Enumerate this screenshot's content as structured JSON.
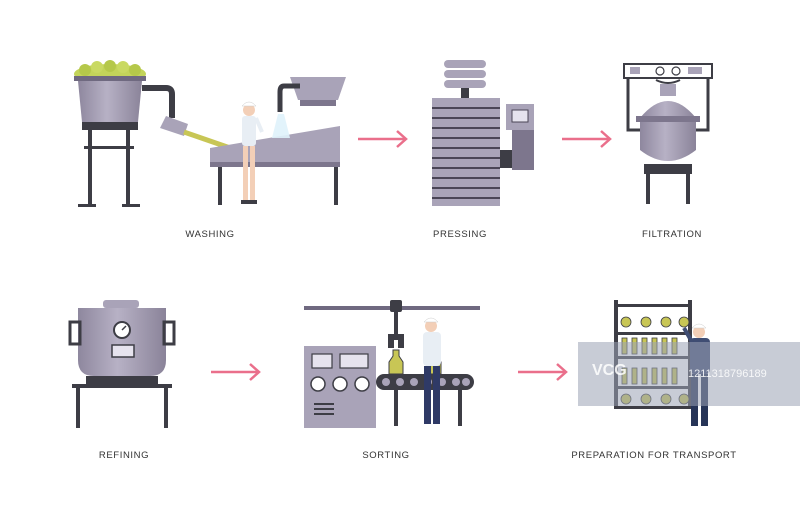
{
  "steps": [
    {
      "label": "WASHING"
    },
    {
      "label": "PRESSING"
    },
    {
      "label": "FILTRATION"
    },
    {
      "label": "REFINING"
    },
    {
      "label": "SORTING"
    },
    {
      "label": "PREPARATION FOR TRANSPORT"
    }
  ],
  "arrows": {
    "count": 4,
    "color": "#ea6f8b"
  },
  "colors": {
    "machine": "#a9a3b8",
    "machine_dark": "#7d768d",
    "steel": "#3d3d45",
    "olive": "#c3d45a",
    "oil": "#c8c655",
    "arrow": "#ea6f8b"
  },
  "watermark": {
    "logo_text": "VCG",
    "id_text": "1211318796189"
  }
}
